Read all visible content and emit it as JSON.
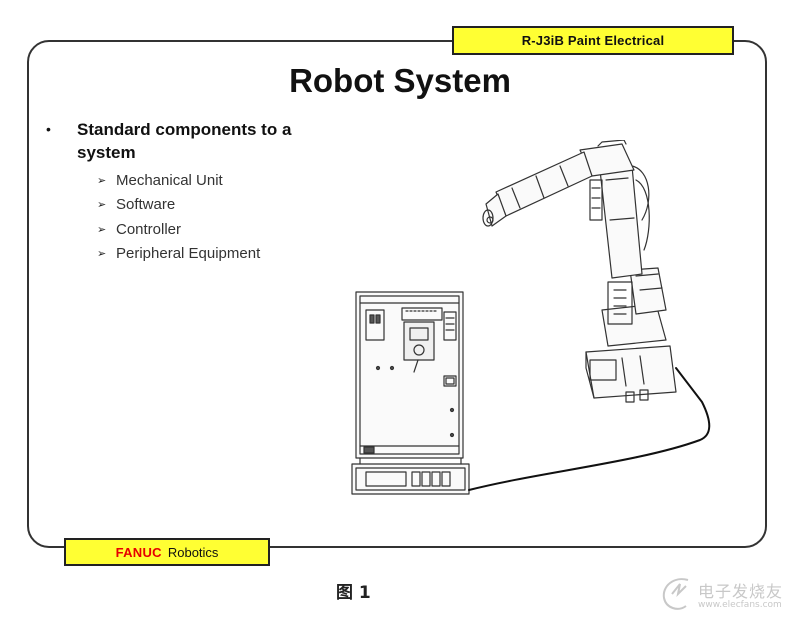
{
  "header": {
    "tag_label": "R-J3iB Paint Electrical",
    "tag_color": "#ffff33"
  },
  "slide": {
    "title": "Robot System",
    "bullet_symbol": "•",
    "bullet_text": "Standard components to a system",
    "sub_arrow": "➢",
    "sub_items": [
      "Mechanical Unit",
      "Software",
      "Controller",
      "Peripheral Equipment"
    ]
  },
  "footer": {
    "brand": "FANUC",
    "division": "Robotics",
    "brand_color": "#e60000"
  },
  "caption": "图 1",
  "watermark": {
    "name": "电子发烧友",
    "url": "www.elecfans.com",
    "icon": "elecfans-logo-icon"
  },
  "illustration": {
    "parts": [
      "robot-arm-icon",
      "controller-cabinet-icon",
      "teach-pendant-icon",
      "cable-icon"
    ]
  }
}
